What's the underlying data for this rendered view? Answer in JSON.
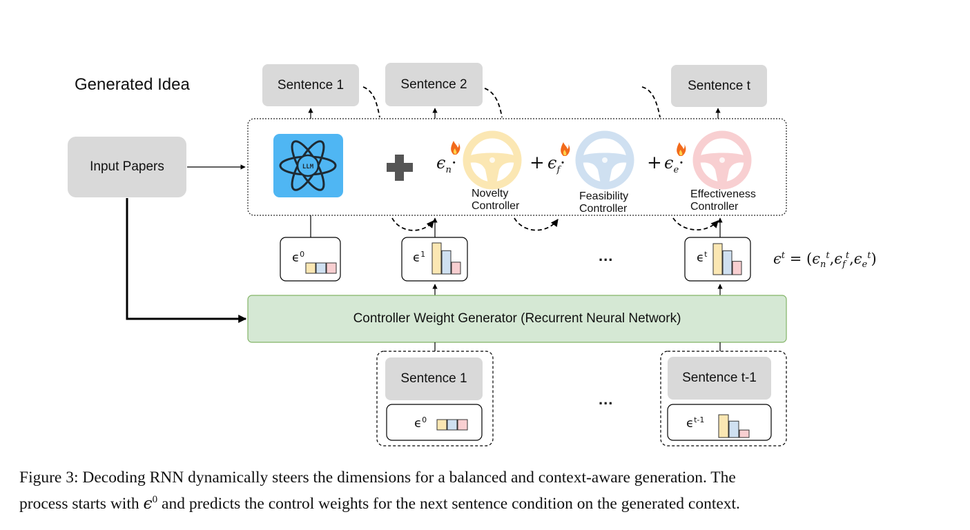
{
  "diagram": {
    "generated_idea_label": "Generated Idea",
    "input_papers_label": "Input Papers",
    "top_sentences": [
      "Sentence 1",
      "Sentence 2",
      "Sentence t"
    ],
    "llm_logo_text": "LLM",
    "plus_signs": [
      "+",
      "+"
    ],
    "controllers": [
      {
        "coef_symbol": "ϵ",
        "coef_subscript": "n",
        "label_line1": "Novelty",
        "label_line2": "Controller",
        "color": "#fbe7b3"
      },
      {
        "coef_symbol": "ϵ",
        "coef_subscript": "f",
        "label_line1": "Feasibility",
        "label_line2": "Controller",
        "color": "#cfe0f1"
      },
      {
        "coef_symbol": "ϵ",
        "coef_subscript": "e",
        "label_line1": "Effectiveness",
        "label_line2": "Controller",
        "color": "#f8cfd1"
      }
    ],
    "weight_boxes": [
      {
        "base": "ϵ",
        "sup": "0"
      },
      {
        "base": "ϵ",
        "sup": "1"
      },
      {
        "base": "ϵ",
        "sup": "t"
      }
    ],
    "ellipsis": "...",
    "epsilon_definition": {
      "lhs": "ϵ",
      "lhs_sup": "t",
      "equals": "=",
      "terms": [
        {
          "base": "ϵ",
          "sub": "n",
          "sup": "t"
        },
        {
          "base": "ϵ",
          "sub": "f",
          "sup": "t"
        },
        {
          "base": "ϵ",
          "sub": "e",
          "sup": "t"
        }
      ]
    },
    "rnn_label": "Controller Weight Generator (Recurrent Neural Network)",
    "bottom_groups": [
      {
        "sentence": "Sentence 1",
        "eps_base": "ϵ",
        "eps_sup": "0"
      },
      {
        "sentence": "Sentence t-1",
        "eps_base": "ϵ",
        "eps_sup": "t-1"
      }
    ],
    "colors": {
      "novelty": "#fbe7b3",
      "feasibility": "#cfe0f1",
      "effectiveness": "#f8cfd1",
      "rnn_fill": "#d5e8d4",
      "rnn_border": "#82b366",
      "llm_bg": "#4fb6f3",
      "sentence_box": "#d9d9d9",
      "flame": "#f26a1b"
    },
    "weight_bar_levels": {
      "eps0": [
        1,
        1,
        1
      ],
      "eps1": [
        1.0,
        0.75,
        0.38
      ],
      "epst": [
        1.0,
        0.77,
        0.43
      ],
      "eps_t_minus_1": [
        1.0,
        0.72,
        0.33
      ]
    }
  },
  "caption": {
    "line1": "Figure 3: Decoding RNN dynamically steers the dimensions for a balanced and context-aware generation. The",
    "line2_prefix": "process starts with ",
    "line2_eps": "ϵ",
    "line2_sup": "0",
    "line2_suffix": " and predicts the control weights for the next sentence condition on the generated context."
  }
}
